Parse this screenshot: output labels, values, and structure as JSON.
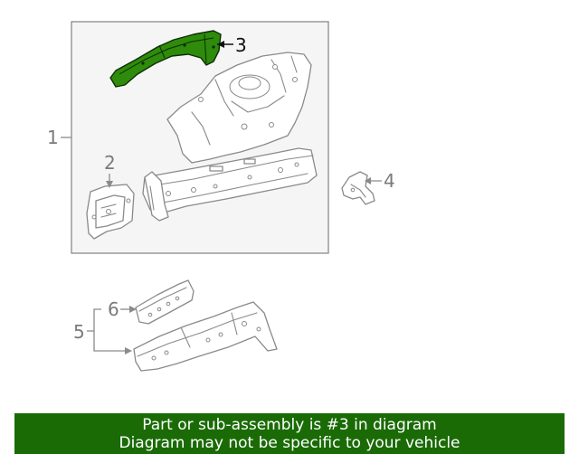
{
  "callouts": {
    "c1": "1",
    "c2": "2",
    "c3": "3",
    "c4": "4",
    "c5": "5",
    "c6": "6"
  },
  "banner": {
    "line1": "Part or sub-assembly is #3 in diagram",
    "line2": "Diagram may not be specific to your vehicle"
  },
  "colors": {
    "highlight": "#2e8b0b",
    "banner_bg": "#1a6b06",
    "panel_bg": "#f5f5f5"
  }
}
